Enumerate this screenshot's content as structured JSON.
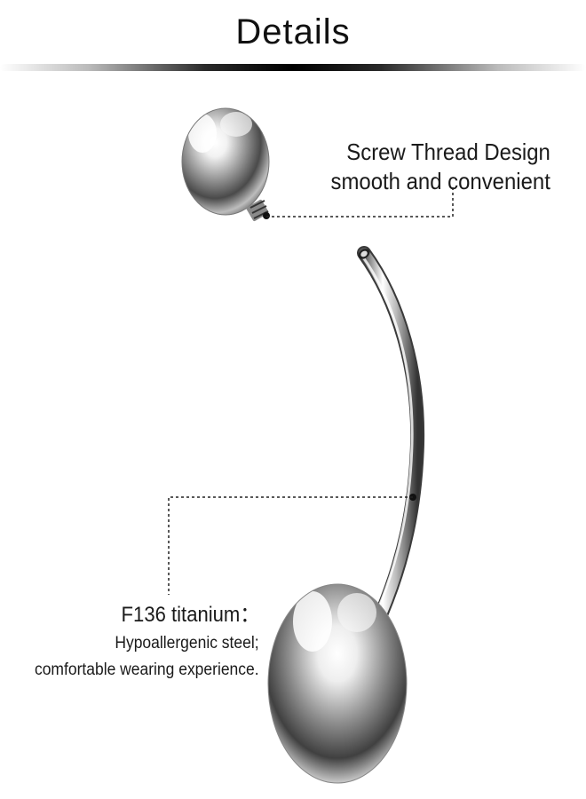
{
  "header": {
    "title": "Details"
  },
  "callouts": {
    "thread": {
      "line1": "Screw Thread Design",
      "line2": "smooth and convenient"
    },
    "material": {
      "title": "F136 titanium：",
      "desc_line1": "Hypoallergenic steel;",
      "desc_line2": "comfortable wearing experience."
    }
  },
  "colors": {
    "background": "#ffffff",
    "text": "#1a1a1a",
    "metal_highlight": "#ffffff",
    "metal_shadow": "#3a3a3a"
  }
}
